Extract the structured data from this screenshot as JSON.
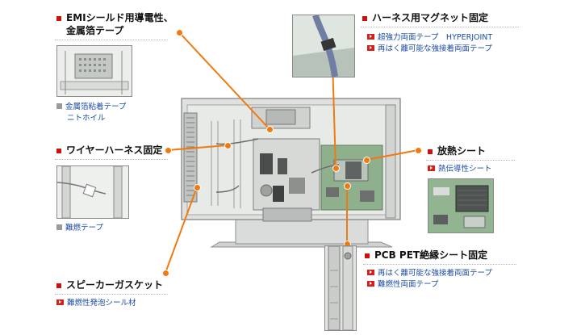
{
  "callouts": {
    "emi": {
      "title_line1": "EMIシールド用導電性、",
      "title_line2": "金属箔テープ",
      "items": [
        "金属箔粘着テープ",
        "ニトホイル"
      ]
    },
    "wire": {
      "title": "ワイヤーハーネス固定",
      "items": [
        "難燃テープ"
      ]
    },
    "speaker": {
      "title": "スピーカーガスケット",
      "items": [
        "難燃性発泡シール材"
      ]
    },
    "harness_magnet": {
      "title": "ハーネス用マグネット固定",
      "items": [
        "超強力両面テープ　HYPERJOINT",
        "再はく離可能な強接着両面テープ"
      ]
    },
    "heat": {
      "title": "放熱シート",
      "items": [
        "熱伝導性シート"
      ]
    },
    "pcb": {
      "title": "PCB  PET絶縁シート固定",
      "items": [
        "再はく離可能な強接着両面テープ",
        "難燃性両面テープ"
      ]
    }
  },
  "colors": {
    "leader": "#f07a10",
    "heading_marker": "#cc1111",
    "item_text": "#1b4aa6"
  }
}
